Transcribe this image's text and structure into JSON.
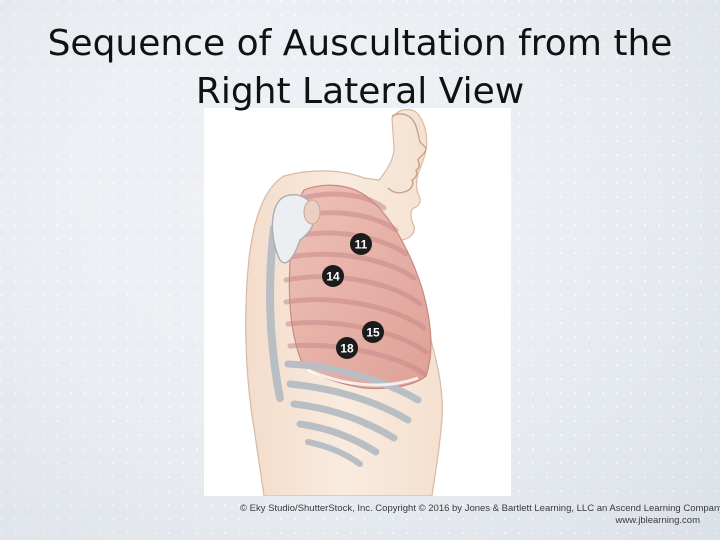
{
  "slide": {
    "title_line1": "Sequence of Auscultation from the",
    "title_line2": "Right Lateral View"
  },
  "figure": {
    "markers": [
      {
        "label": "11"
      },
      {
        "label": "14"
      },
      {
        "label": "15"
      },
      {
        "label": "18"
      }
    ]
  },
  "credit": {
    "line1": "© Eky Studio/ShutterStock, Inc. Copyright © 2016 by Jones & Bartlett Learning, LLC an Ascend Learning Company",
    "line2": "www.jblearning.com"
  },
  "colors": {
    "background": "#e9edf2",
    "skin": "#f7e6d6",
    "lung": "#e9b8ae",
    "rib": "#b9bec5",
    "marker": "#1c1c1c"
  }
}
